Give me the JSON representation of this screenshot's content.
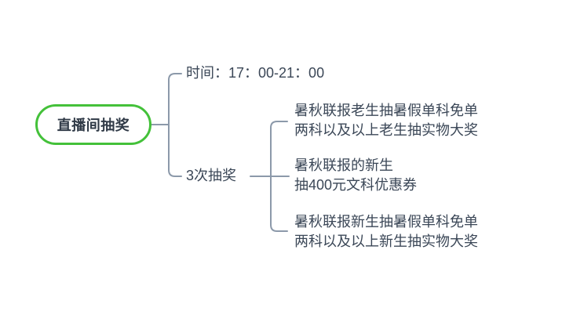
{
  "mindmap": {
    "root": {
      "label": "直播间抽奖"
    },
    "branches": [
      {
        "label": "时间：17：00-21：00"
      },
      {
        "label": "3次抽奖",
        "children": [
          {
            "lines": [
              "暑秋联报老生抽暑假单科免单",
              "两科以及以上老生抽实物大奖"
            ]
          },
          {
            "lines": [
              "暑秋联报的新生",
              "抽400元文科优惠券"
            ]
          },
          {
            "lines": [
              "暑秋联报新生抽暑假单科免单",
              "两科以及以上新生抽实物大奖"
            ]
          }
        ]
      }
    ],
    "colors": {
      "root_border": "#44c13a",
      "connector_line": "#8c99aa",
      "text": "#3b4757",
      "root_text": "#2f3946",
      "background": "#ffffff"
    }
  }
}
